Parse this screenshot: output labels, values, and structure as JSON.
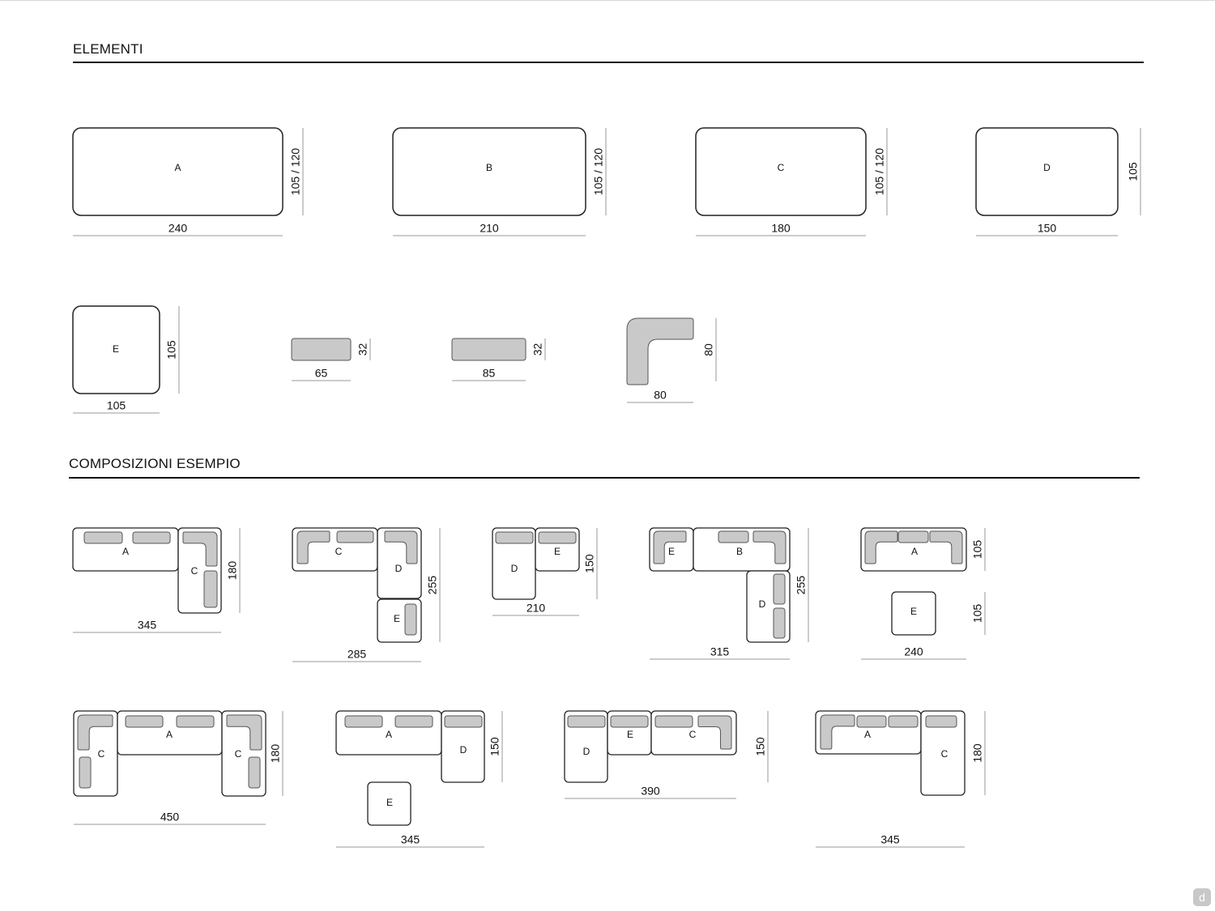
{
  "sections": {
    "elements_title": "ELEMENTI",
    "compositions_title": "COMPOSIZIONI ESEMPIO"
  },
  "elements": [
    {
      "letter": "A",
      "width_label": "240",
      "depth_label": "105 / 120"
    },
    {
      "letter": "B",
      "width_label": "210",
      "depth_label": "105 / 120"
    },
    {
      "letter": "C",
      "width_label": "180",
      "depth_label": "105 / 120"
    },
    {
      "letter": "D",
      "width_label": "150",
      "depth_label": "105"
    },
    {
      "letter": "E",
      "width_label": "105",
      "depth_label": "105"
    }
  ],
  "cushions": [
    {
      "width_label": "65",
      "depth_label": "32"
    },
    {
      "width_label": "85",
      "depth_label": "32"
    },
    {
      "width_label": "80",
      "depth_label": "80"
    }
  ],
  "compositions": [
    {
      "width_label": "345",
      "depth_label": "180",
      "modules": [
        "A",
        "C"
      ]
    },
    {
      "width_label": "285",
      "depth_label": "255",
      "modules": [
        "C",
        "D",
        "E"
      ]
    },
    {
      "width_label": "210",
      "depth_label": "150",
      "modules": [
        "D",
        "E"
      ]
    },
    {
      "width_label": "315",
      "depth_label": "255",
      "modules": [
        "E",
        "B",
        "D"
      ]
    },
    {
      "width_label": "240",
      "depth_labels": [
        "105",
        "105"
      ],
      "modules": [
        "A",
        "E"
      ]
    },
    {
      "width_label": "450",
      "depth_label": "180",
      "modules": [
        "C",
        "A",
        "C"
      ]
    },
    {
      "width_label": "345",
      "depth_label": "150",
      "modules": [
        "A",
        "D",
        "E"
      ]
    },
    {
      "width_label": "390",
      "depth_label": "150",
      "modules": [
        "D",
        "E",
        "C"
      ]
    },
    {
      "width_label": "345",
      "depth_label": "180",
      "modules": [
        "A",
        "C"
      ]
    }
  ],
  "colors": {
    "outline": "#222222",
    "cushion_fill": "#c9c9c9",
    "cushion_stroke": "#555555",
    "dim_line": "#9a9a9a"
  },
  "watermark_icon": "d-logo-icon"
}
